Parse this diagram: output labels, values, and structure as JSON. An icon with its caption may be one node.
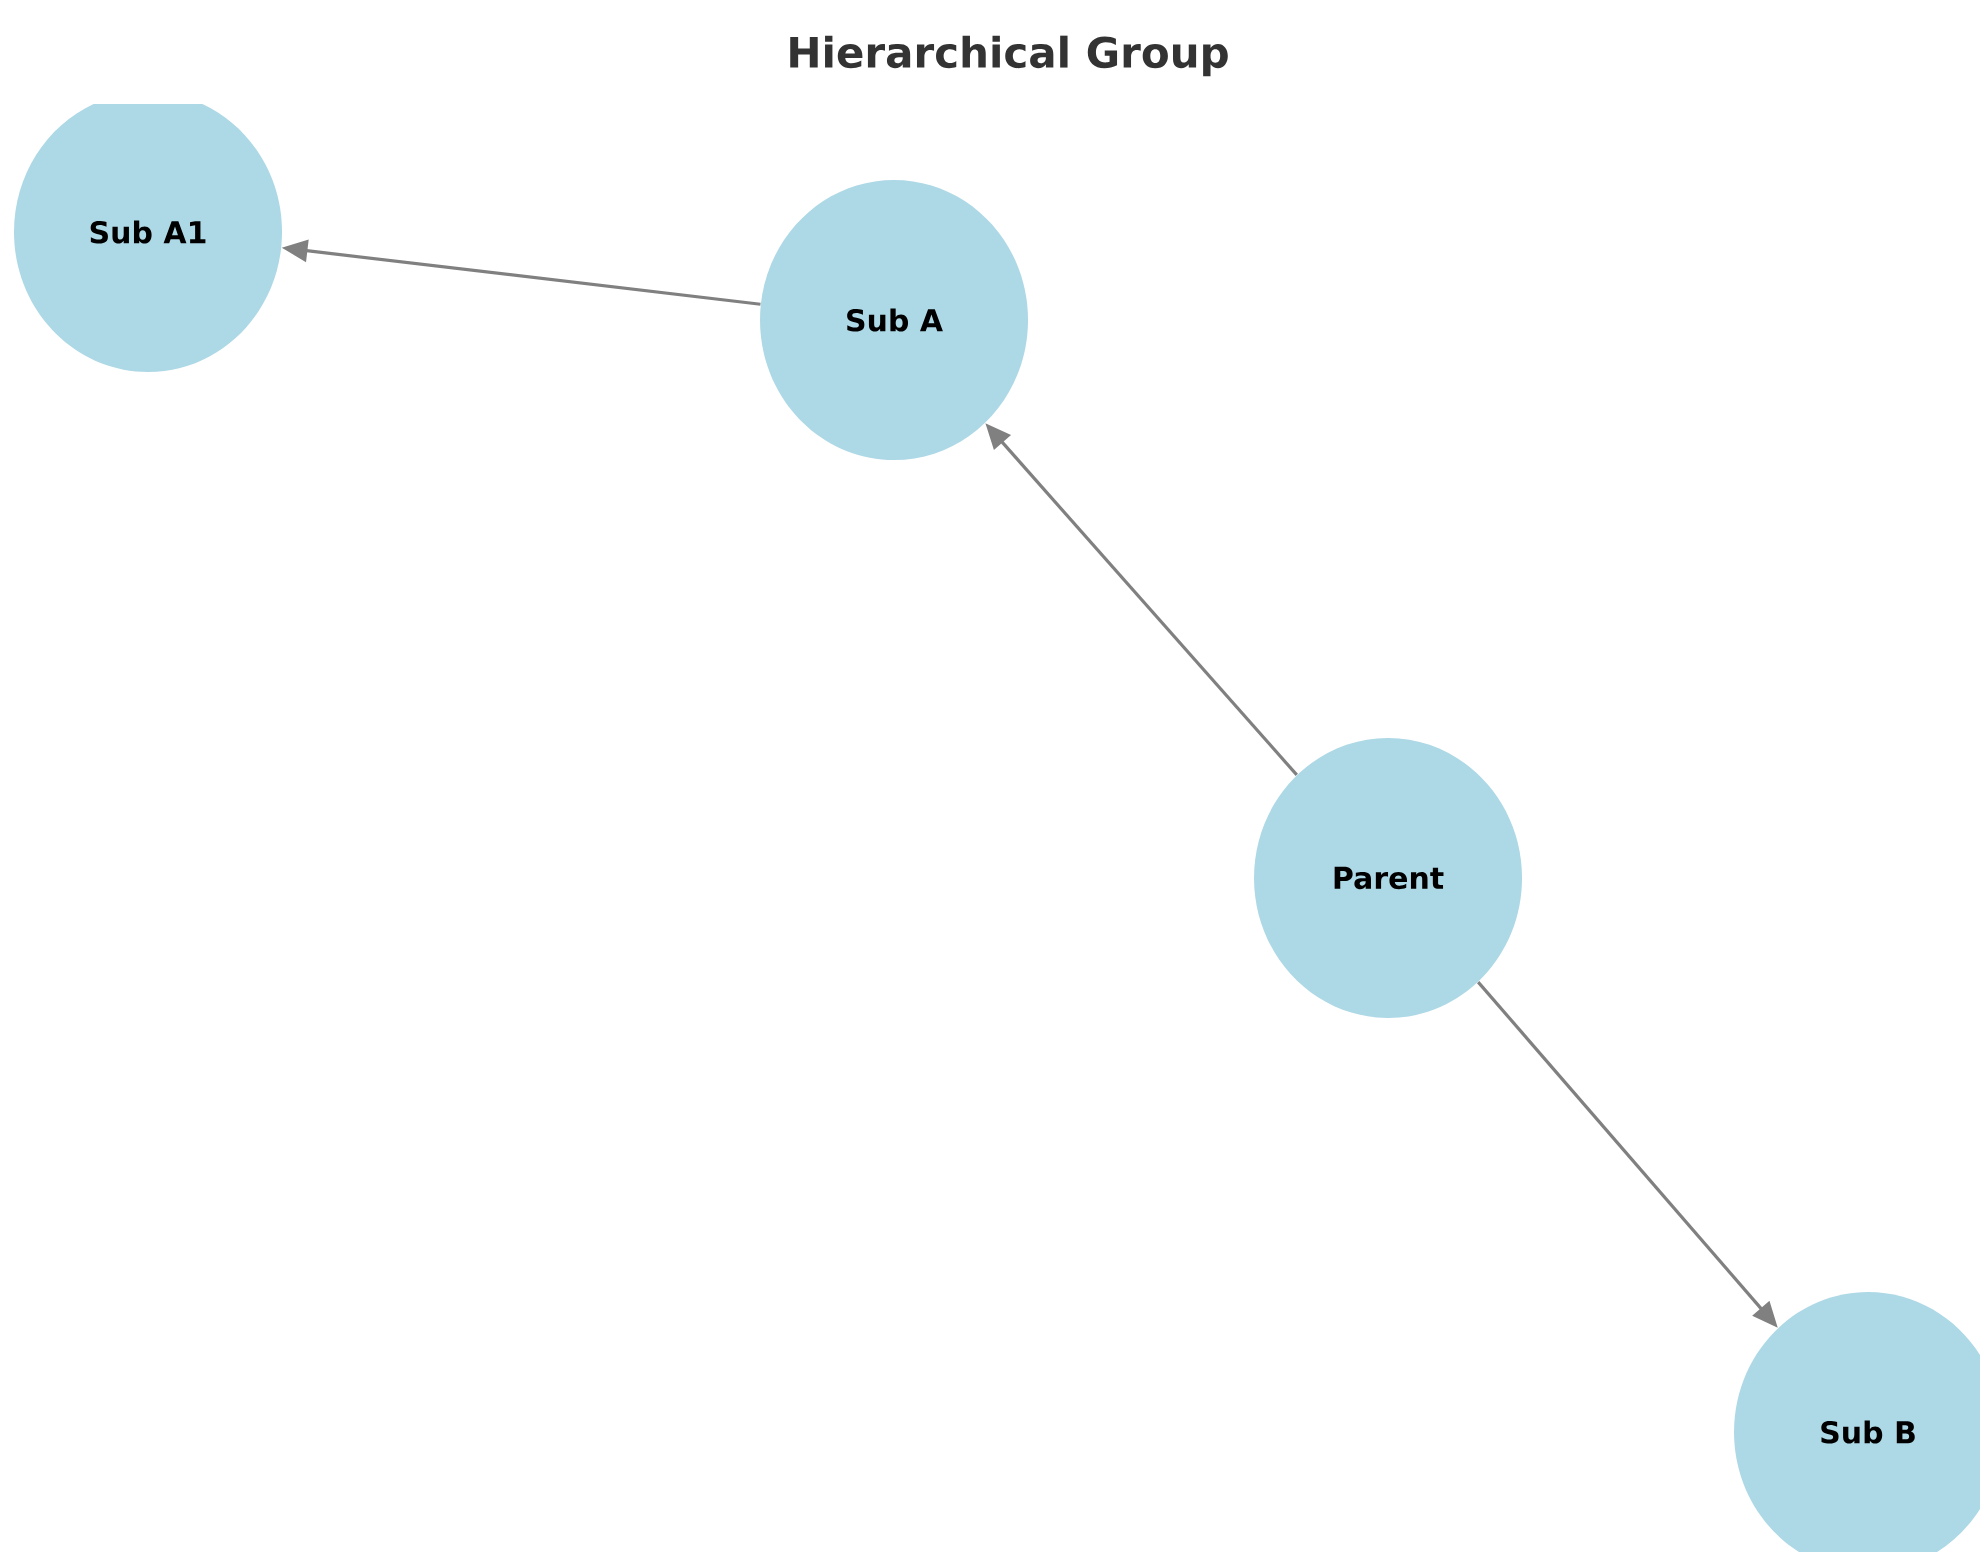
{
  "diagram": {
    "title": "Hierarchical Group",
    "nodes": [
      {
        "text": [
          "Sub A1"
        ]
      },
      {
        "text": [
          "Sub A"
        ]
      },
      {
        "text": [
          "Parent"
        ]
      },
      {
        "text": [
          "Sub B"
        ]
      }
    ],
    "edges": [
      {
        "from": 2,
        "to": 1,
        "arrow": "to"
      },
      {
        "from": 1,
        "to": 0,
        "arrow": "to"
      },
      {
        "from": 2,
        "to": 3,
        "arrow": "to"
      }
    ]
  }
}
